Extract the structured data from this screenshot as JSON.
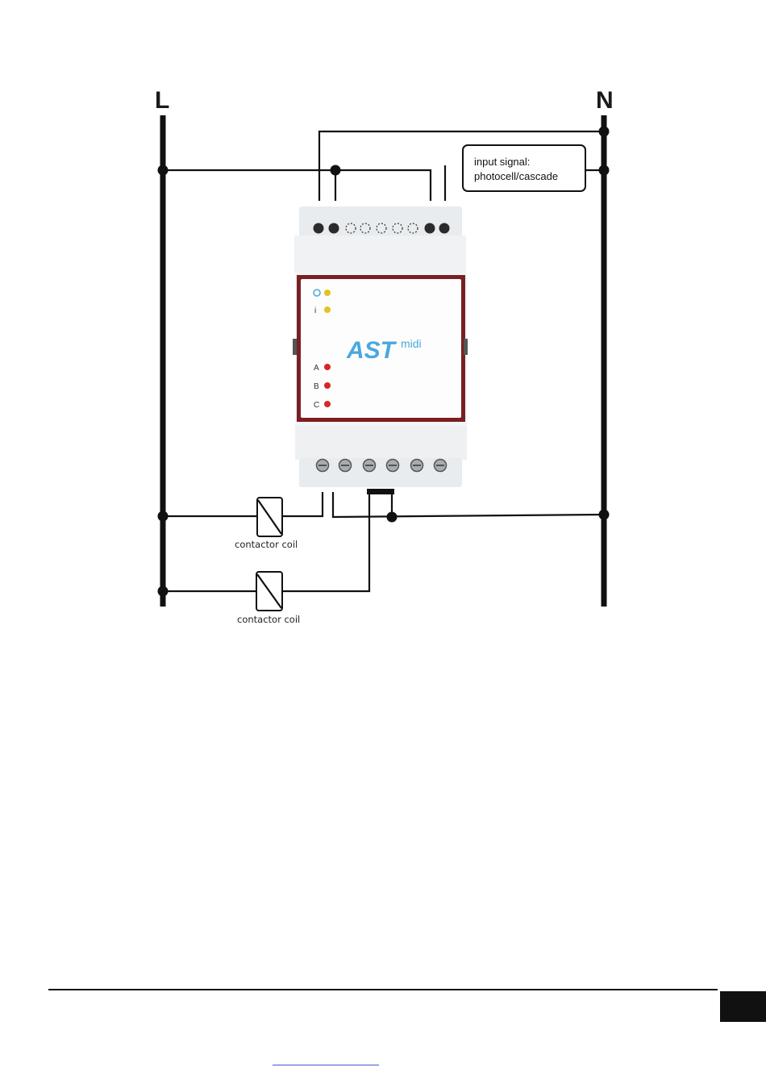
{
  "rails": {
    "left": "L",
    "right": "N"
  },
  "callout": {
    "line1": "input signal:",
    "line2": "photocell/cascade"
  },
  "coils": [
    {
      "label": "contactor coil"
    },
    {
      "label": "contactor coil"
    }
  ],
  "device": {
    "brand": "AST",
    "brand_suffix": "midi",
    "leds": [
      {
        "label": "O",
        "color": "#e3c321"
      },
      {
        "label": "i",
        "color": "#e3c321"
      },
      {
        "label": "A",
        "color": "#d8262a"
      },
      {
        "label": "B",
        "color": "#d8262a"
      },
      {
        "label": "C",
        "color": "#d8262a"
      }
    ]
  },
  "colors": {
    "wire": "#111111",
    "frame": "#7a1f22",
    "brand": "#4aa8de"
  }
}
